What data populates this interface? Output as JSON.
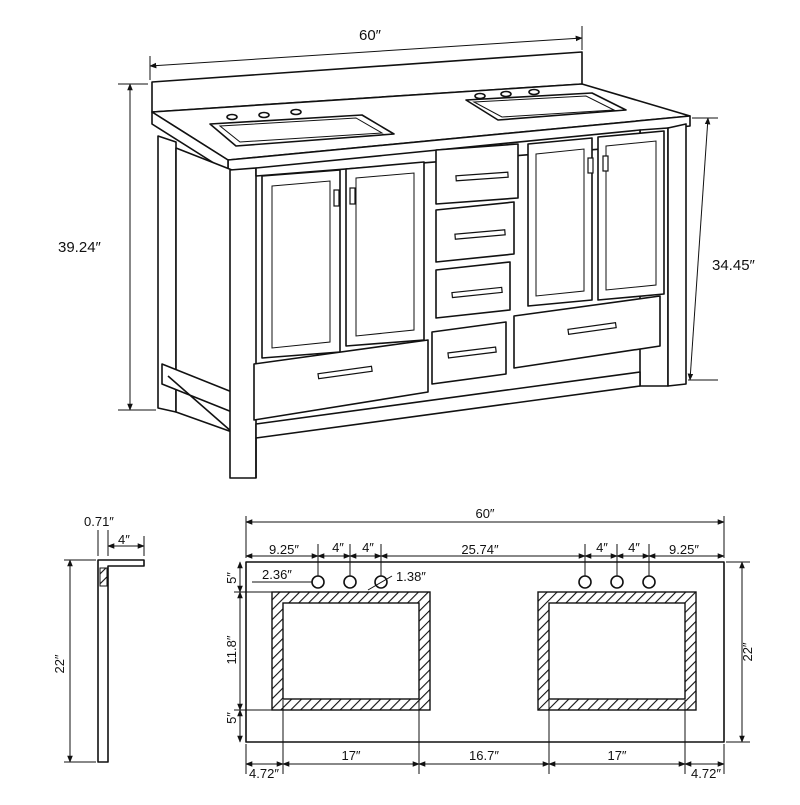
{
  "colors": {
    "line": "#111111",
    "background": "#ffffff",
    "hatch": "#111111"
  },
  "perspective_view": {
    "width_label": "60″",
    "total_height_label": "39.24″",
    "cabinet_height_label": "34.45″"
  },
  "side_profile": {
    "thickness_label": "0.71″",
    "backsplash_depth_label": "4″",
    "depth_label": "22″"
  },
  "top_plan": {
    "width_label": "60″",
    "depth_label": "22″",
    "left_edge_to_faucet_label": "9.25″",
    "faucet_spacing_left_1": "4″",
    "faucet_spacing_left_2": "4″",
    "faucet_gap_center_label": "25.74″",
    "faucet_spacing_right_1": "4″",
    "faucet_spacing_right_2": "4″",
    "right_edge_to_faucet_label": "9.25″",
    "faucet_hole_offset_label": "2.36″",
    "faucet_hole_diameter_label": "1.38″",
    "front_margin_label": "5″",
    "sink_depth_label": "11.8″",
    "back_margin_label": "5″",
    "left_margin_label": "4.72″",
    "left_sink_width_label": "17″",
    "between_sinks_label": "16.7″",
    "right_sink_width_label": "17″",
    "right_margin_label": "4.72″"
  }
}
